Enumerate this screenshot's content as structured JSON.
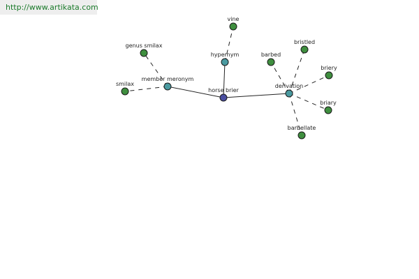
{
  "watermark": "http://www.artikata.com",
  "colors": {
    "center": "#4a4ea0",
    "relation": "#4a9aa0",
    "leaf": "#3f8f3f"
  },
  "nodes": [
    {
      "id": "horse_brier",
      "label": "horse brier",
      "kind": "center"
    },
    {
      "id": "member_meronym",
      "label": "member meronym",
      "kind": "relation"
    },
    {
      "id": "hypernym",
      "label": "hypernym",
      "kind": "relation"
    },
    {
      "id": "derivation",
      "label": "derivation",
      "kind": "relation"
    },
    {
      "id": "genus_smilax",
      "label": "genus smilax",
      "kind": "leaf"
    },
    {
      "id": "smilax",
      "label": "smilax",
      "kind": "leaf"
    },
    {
      "id": "vine",
      "label": "vine",
      "kind": "leaf"
    },
    {
      "id": "barbed",
      "label": "barbed",
      "kind": "leaf"
    },
    {
      "id": "bristled",
      "label": "bristled",
      "kind": "leaf"
    },
    {
      "id": "briery",
      "label": "briery",
      "kind": "leaf"
    },
    {
      "id": "briary",
      "label": "briary",
      "kind": "leaf"
    },
    {
      "id": "barbellate",
      "label": "barbellate",
      "kind": "leaf"
    }
  ],
  "edges": [
    {
      "from": "horse_brier",
      "to": "member_meronym",
      "style": "solid"
    },
    {
      "from": "horse_brier",
      "to": "hypernym",
      "style": "solid"
    },
    {
      "from": "horse_brier",
      "to": "derivation",
      "style": "solid"
    },
    {
      "from": "member_meronym",
      "to": "genus_smilax",
      "style": "dashed"
    },
    {
      "from": "member_meronym",
      "to": "smilax",
      "style": "dashed"
    },
    {
      "from": "hypernym",
      "to": "vine",
      "style": "dashed"
    },
    {
      "from": "derivation",
      "to": "barbed",
      "style": "dashed"
    },
    {
      "from": "derivation",
      "to": "bristled",
      "style": "dashed"
    },
    {
      "from": "derivation",
      "to": "briery",
      "style": "dashed"
    },
    {
      "from": "derivation",
      "to": "briary",
      "style": "dashed"
    },
    {
      "from": "derivation",
      "to": "barbellate",
      "style": "dashed"
    }
  ]
}
